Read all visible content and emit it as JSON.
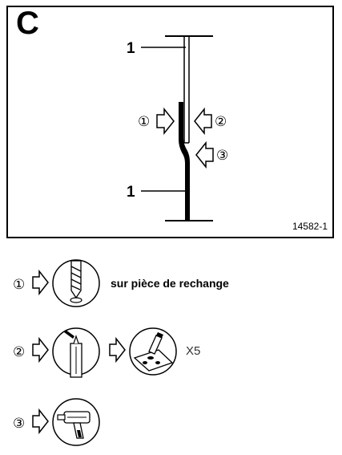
{
  "diagram": {
    "panel_label": "C",
    "part_label_top": "1",
    "part_label_bottom": "1",
    "callouts": [
      "①",
      "②",
      "③"
    ],
    "figure_code": "14582-1"
  },
  "legend": {
    "step1": {
      "number": "①",
      "icon": "drill-bit-icon",
      "text": "sur pièce de rechange"
    },
    "step2": {
      "number": "②",
      "icons": [
        "sealant-cartridge-icon",
        "spot-weld-tool-icon"
      ],
      "multiplier": "X5"
    },
    "step3": {
      "number": "③",
      "icon": "welding-gun-icon"
    }
  }
}
